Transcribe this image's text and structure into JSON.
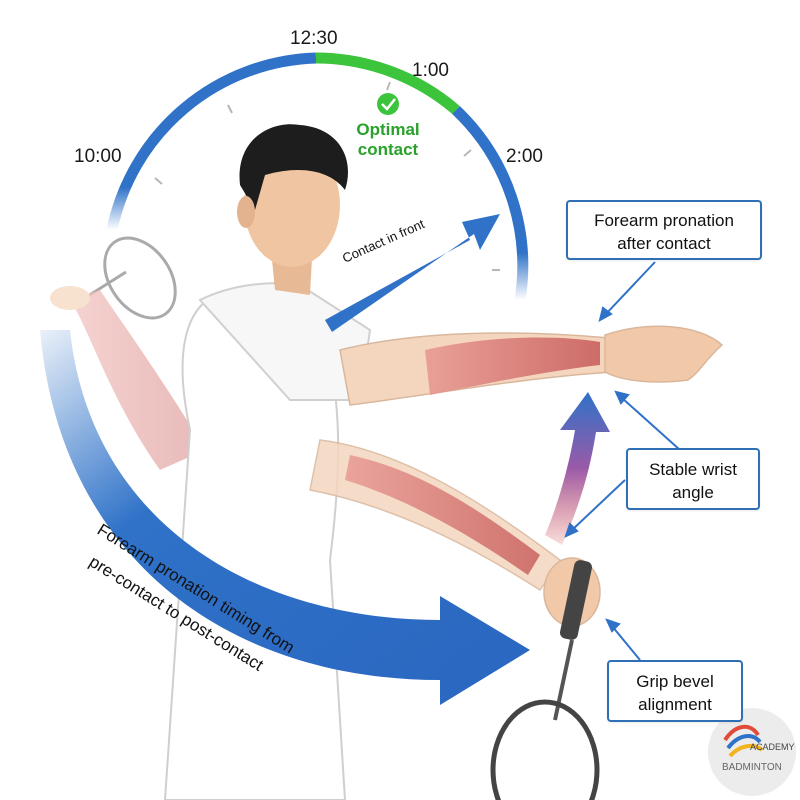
{
  "clock": {
    "labels": {
      "t1230": "12:30",
      "t100": "1:00",
      "t1000": "10:00",
      "t200": "2:00"
    },
    "optimal_line1": "Optimal",
    "optimal_line2": "contact"
  },
  "arrows": {
    "contact_in_front": "Contact in front",
    "timing_line1": "Forearm pronation timing from",
    "timing_line2": "pre-contact to post-contact"
  },
  "callouts": {
    "pronation_line1": "Forearm pronation",
    "pronation_line2": "after contact",
    "wrist_line1": "Stable wrist",
    "wrist_line2": "angle",
    "grip_line1": "Grip bevel",
    "grip_line2": "alignment"
  },
  "logo": {
    "line1": "ACADEMY",
    "line2": "BADMINTON"
  },
  "colors": {
    "arc_blue": "#2f72c8",
    "arc_green": "#3cc43c",
    "callout_border": "#2f6fb5",
    "muscle": "#d77a78",
    "skin": "#f2c9a8",
    "shirt": "#ffffff"
  }
}
